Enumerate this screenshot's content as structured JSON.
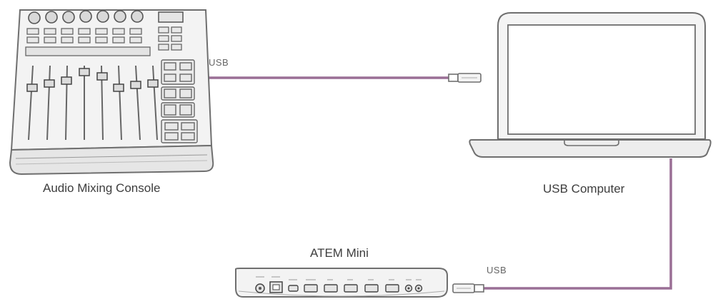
{
  "devices": {
    "mixer": {
      "label": "Audio Mixing Console"
    },
    "computer": {
      "label": "USB Computer"
    },
    "atem": {
      "label": "ATEM Mini"
    }
  },
  "connections": [
    {
      "label": "USB"
    },
    {
      "label": "USB"
    }
  ],
  "colors": {
    "cable": "#9a6f95",
    "device_stroke": "#6f6f6f",
    "device_fill": "#f4f4f4"
  }
}
